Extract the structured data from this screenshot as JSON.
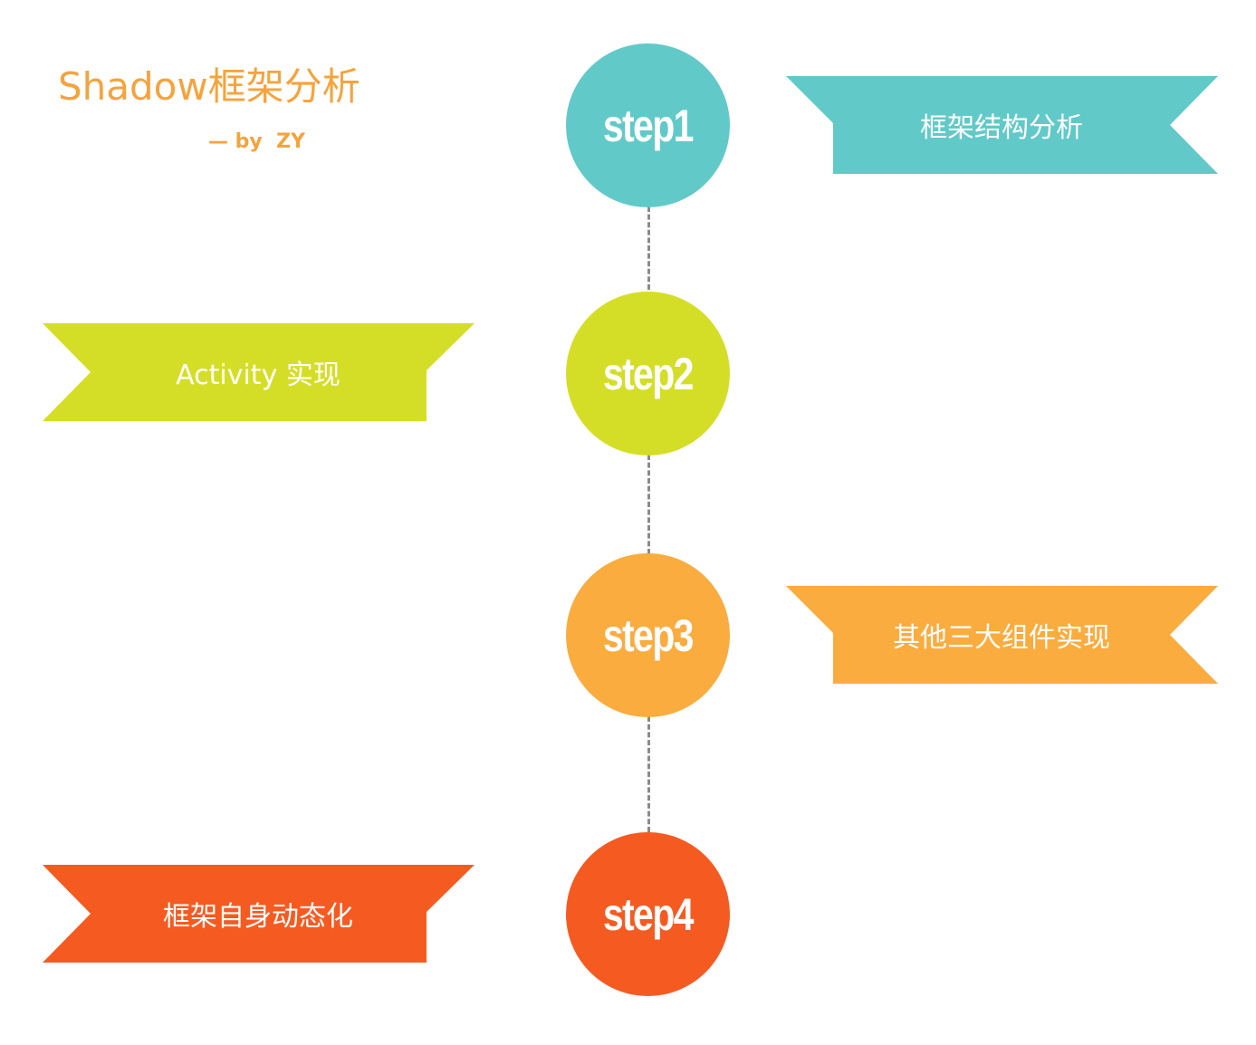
{
  "title": "Shadow框架分析",
  "subtitle": "— by  ZY",
  "steps": [
    {
      "label": "step1",
      "color": "#62c9c9",
      "description": "框架结构分析",
      "side": "right"
    },
    {
      "label": "step2",
      "color": "#d5de27",
      "description": "Activity 实现",
      "side": "left"
    },
    {
      "label": "step3",
      "color": "#faac3e",
      "description": "其他三大组件实现",
      "side": "right"
    },
    {
      "label": "step4",
      "color": "#f55b21",
      "description": "框架自身动态化",
      "side": "left"
    }
  ],
  "accent_color": "#f6a33b",
  "connector_color": "#8a8a8a"
}
